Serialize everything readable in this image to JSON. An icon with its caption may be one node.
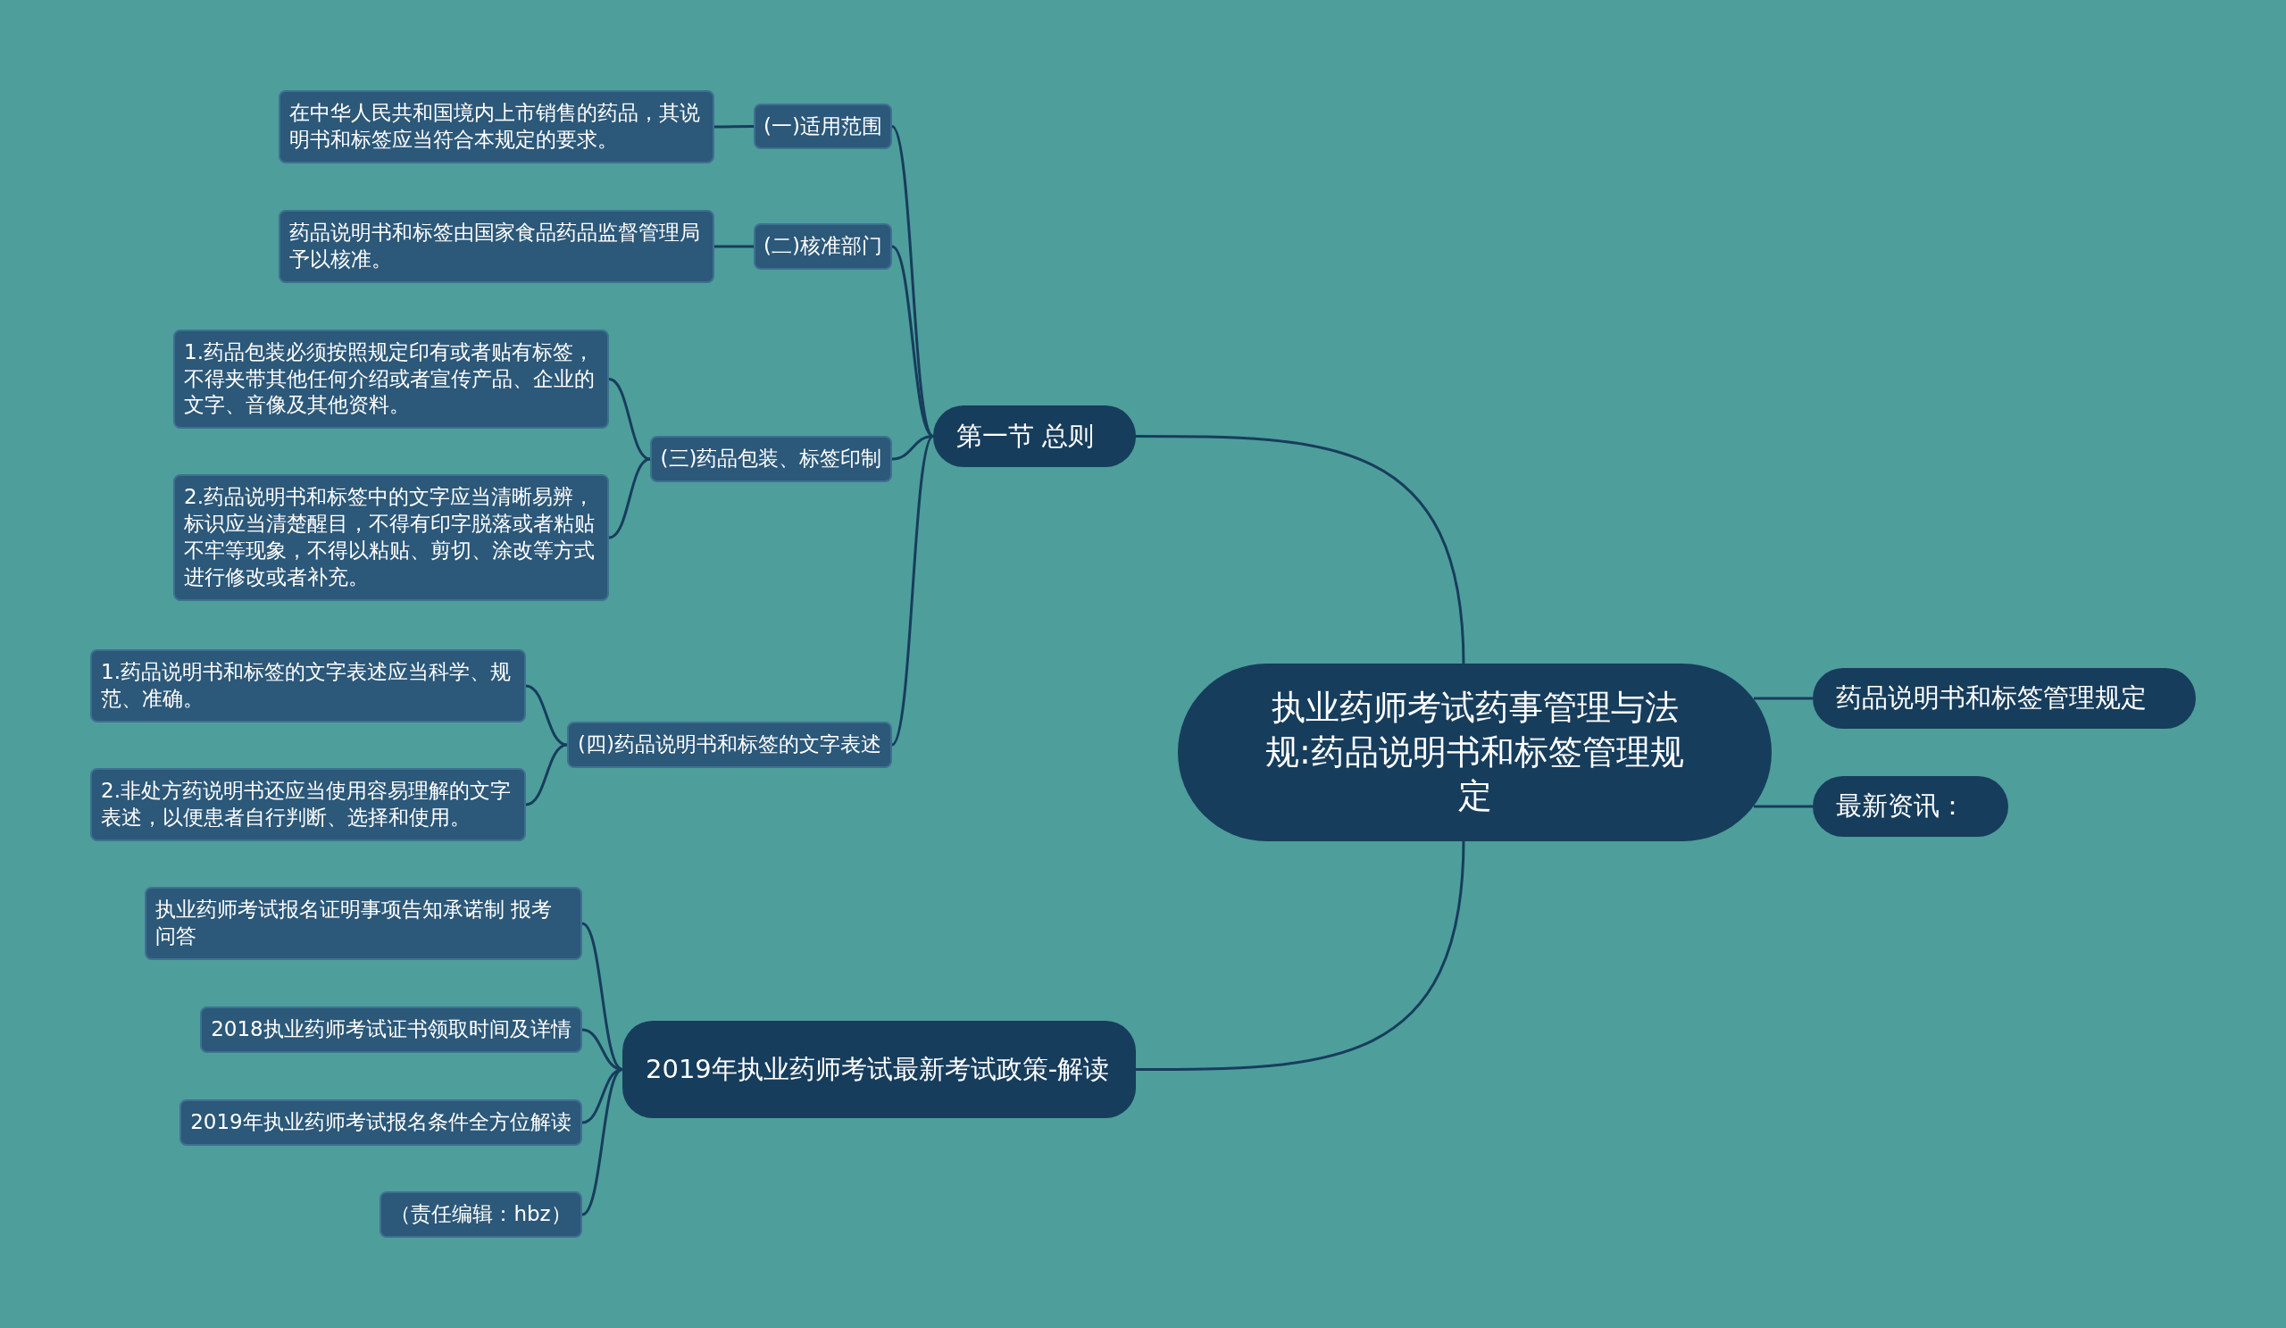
{
  "diagram": {
    "nodes": [
      {
        "text": [
          "执业药师考试药事管理与法规:药品说明书和标签管理规定"
        ]
      },
      {
        "text": [
          "第一节 总则"
        ]
      },
      {
        "text": [
          "(一)适用范围"
        ]
      },
      {
        "text": [
          "在中华人民共和国境内上市销售的药品，其说明书和标签应当符合本规定的要求。"
        ]
      },
      {
        "text": [
          "(二)核准部门"
        ]
      },
      {
        "text": [
          "药品说明书和标签由国家食品药品监督管理局予以核准。"
        ]
      },
      {
        "text": [
          "(三)药品包装、标签印制"
        ]
      },
      {
        "text": [
          "1.药品包装必须按照规定印有或者贴有标签，不得夹带其他任何介绍或者宣传产品、企业的文字、音像及其他资料。"
        ]
      },
      {
        "text": [
          "2.药品说明书和标签中的文字应当清晰易辨，标识应当清楚醒目，不得有印字脱落或者粘贴不牢等现象，不得以粘贴、剪切、涂改等方式进行修改或者补充。"
        ]
      },
      {
        "text": [
          "(四)药品说明书和标签的文字表述"
        ]
      },
      {
        "text": [
          "1.药品说明书和标签的文字表述应当科学、规范、准确。"
        ]
      },
      {
        "text": [
          "2.非处方药说明书还应当使用容易理解的文字表述，以便患者自行判断、选择和使用。"
        ]
      },
      {
        "text": [
          "2019年执业药师考试最新考试政策-解读"
        ]
      },
      {
        "text": [
          "执业药师考试报名证明事项告知承诺制 报考问答"
        ]
      },
      {
        "text": [
          "2018执业药师考试证书领取时间及详情"
        ]
      },
      {
        "text": [
          "2019年执业药师考试报名条件全方位解读"
        ]
      },
      {
        "text": [
          "（责任编辑：hbz）"
        ]
      },
      {
        "text": [
          "药品说明书和标签管理规定"
        ]
      },
      {
        "text": [
          "最新资讯："
        ]
      }
    ],
    "edges": [
      {
        "from": 0,
        "to": 1,
        "arrow": "none"
      },
      {
        "from": 0,
        "to": 12,
        "arrow": "none"
      },
      {
        "from": 0,
        "to": 17,
        "arrow": "none"
      },
      {
        "from": 0,
        "to": 18,
        "arrow": "none"
      },
      {
        "from": 1,
        "to": 2,
        "arrow": "none"
      },
      {
        "from": 1,
        "to": 4,
        "arrow": "none"
      },
      {
        "from": 1,
        "to": 6,
        "arrow": "none"
      },
      {
        "from": 1,
        "to": 9,
        "arrow": "none"
      },
      {
        "from": 2,
        "to": 3,
        "arrow": "none"
      },
      {
        "from": 4,
        "to": 5,
        "arrow": "none"
      },
      {
        "from": 6,
        "to": 7,
        "arrow": "none"
      },
      {
        "from": 6,
        "to": 8,
        "arrow": "none"
      },
      {
        "from": 9,
        "to": 10,
        "arrow": "none"
      },
      {
        "from": 9,
        "to": 11,
        "arrow": "none"
      },
      {
        "from": 12,
        "to": 13,
        "arrow": "none"
      },
      {
        "from": 12,
        "to": 14,
        "arrow": "none"
      },
      {
        "from": 12,
        "to": 15,
        "arrow": "none"
      },
      {
        "from": 12,
        "to": 16,
        "arrow": "none"
      }
    ]
  }
}
